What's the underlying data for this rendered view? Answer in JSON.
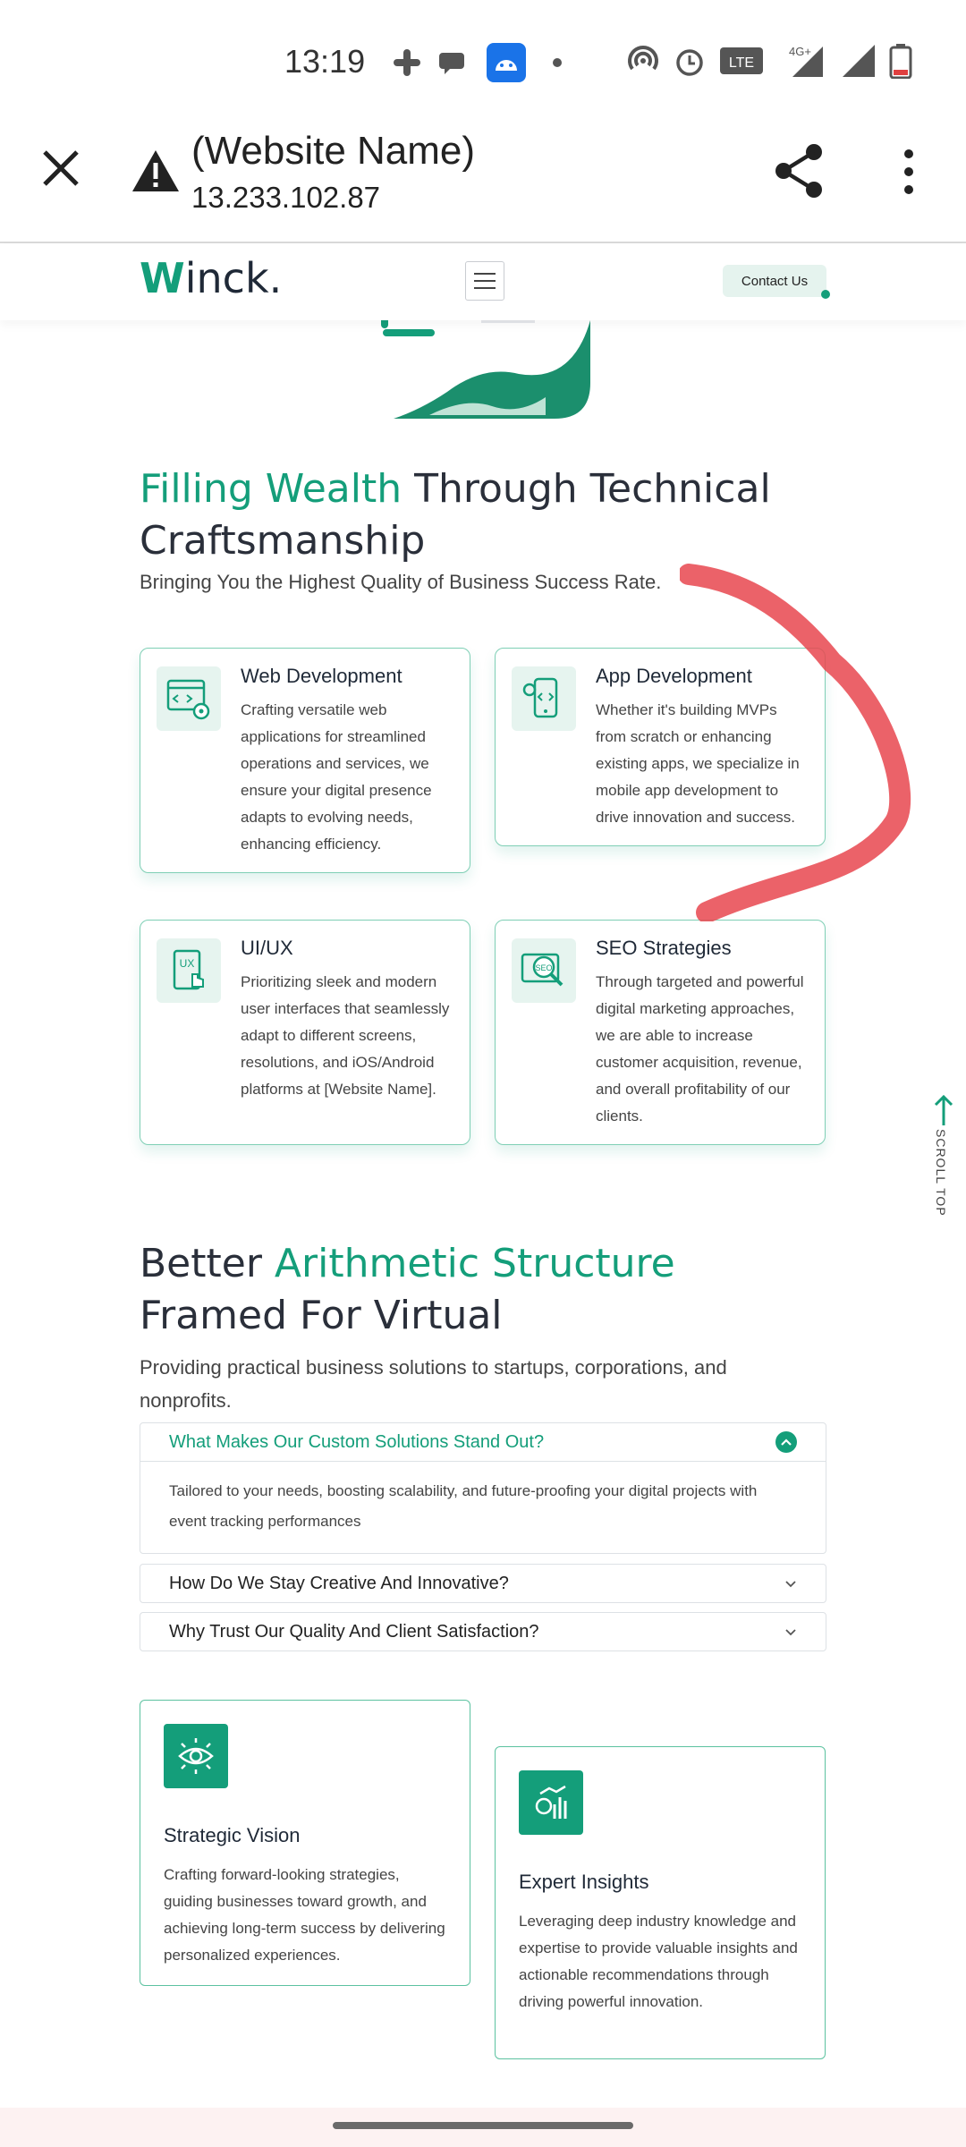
{
  "status": {
    "time": "13:19"
  },
  "browser": {
    "title": "(Website Name)",
    "url": "13.233.102.87"
  },
  "nav": {
    "logo_w": "W",
    "logo_rest": "inck.",
    "contact_label": "Contact Us"
  },
  "section1": {
    "heading_accent": "Filling Wealth",
    "heading_rest": " Through Technical Craftsmanship",
    "subtitle": "Bringing You the Highest Quality of Business Success Rate.",
    "cards": [
      {
        "title": "Web Development",
        "desc": "Crafting versatile web applications for streamlined operations and services, we ensure your digital presence adapts to evolving needs, enhancing efficiency."
      },
      {
        "title": "App Development",
        "desc": "Whether it's building MVPs from scratch or enhancing existing apps, we specialize in mobile app development to drive innovation and success."
      },
      {
        "title": "UI/UX",
        "desc": "Prioritizing sleek and modern user interfaces that seamlessly adapt to different screens, resolutions, and iOS/Android platforms at [Website Name]."
      },
      {
        "title": "SEO Strategies",
        "desc": "Through targeted and powerful digital marketing approaches, we are able to increase customer acquisition, revenue, and overall profitability of our clients."
      }
    ]
  },
  "scrolltop": {
    "label": "SCROLL TOP"
  },
  "section2": {
    "heading_pre": "Better ",
    "heading_accent": "Arithmetic Structure",
    "heading_post": " Framed For Virtual",
    "subtitle": "Providing practical business solutions to startups, corporations, and nonprofits.",
    "faq": [
      {
        "q": "What Makes Our Custom Solutions Stand Out?",
        "a": "Tailored to your needs, boosting scalability, and future-proofing your digital projects with event tracking performances"
      },
      {
        "q": "How Do We Stay Creative And Innovative?"
      },
      {
        "q": "Why Trust Our Quality And Client Satisfaction?"
      }
    ],
    "features": [
      {
        "title": "Strategic Vision",
        "desc": "Crafting forward-looking strategies, guiding businesses toward growth, and achieving long-term success by delivering personalized experiences."
      },
      {
        "title": "Expert Insights",
        "desc": "Leveraging deep industry knowledge and expertise to provide valuable insights and actionable recommendations through driving powerful innovation."
      }
    ]
  },
  "colors": {
    "accent": "#149e7a",
    "annotation": "#e8474f"
  }
}
